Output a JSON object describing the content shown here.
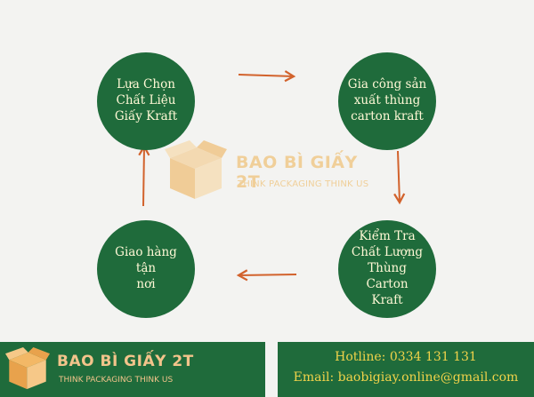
{
  "steps": [
    {
      "lines": [
        "Lựa Chọn",
        "Chất Liệu",
        "Giấy Kraft"
      ]
    },
    {
      "lines": [
        "Gia công sản",
        "xuất thùng",
        "carton kraft"
      ]
    },
    {
      "lines": [
        "Kiểm Tra",
        "Chất Lượng",
        "Thùng Carton",
        "Kraft"
      ]
    },
    {
      "lines": [
        "Giao hàng tận",
        "nơi"
      ]
    }
  ],
  "watermark": {
    "brand": "BAO BÌ GIẤY 2T",
    "tagline": "THINK PACKAGING THINK US"
  },
  "footer": {
    "brand": "BAO BÌ GIẤY 2T",
    "tagline": "THINK PACKAGING THINK US",
    "hotline": "Hotline: 0334 131 131",
    "email": "Email: baobigiay.online@gmail.com"
  },
  "colors": {
    "circle": "#1f6b3b",
    "circle_text": "#fff8d6",
    "arrow": "#d2622c",
    "background": "#f3f3f1",
    "footer_text": "#f0d24a"
  }
}
